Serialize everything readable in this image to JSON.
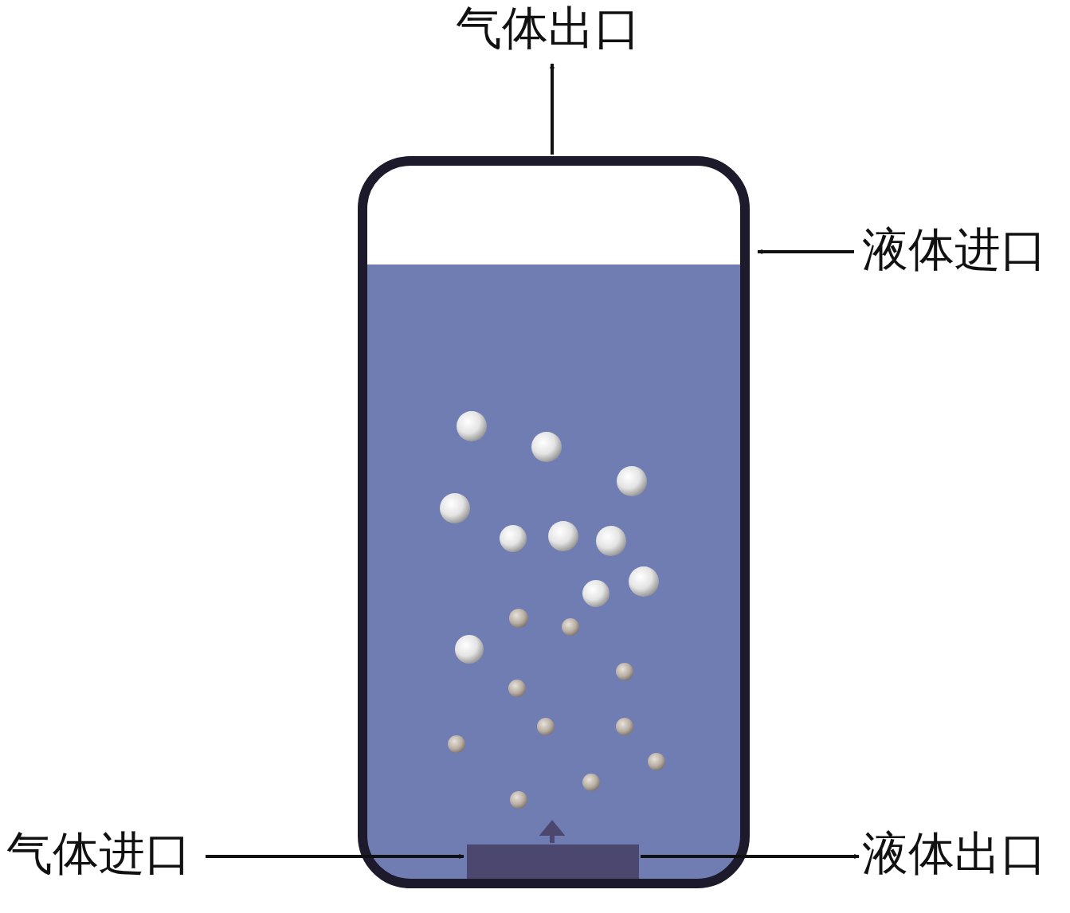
{
  "diagram": {
    "labels": [
      "气体出口",
      "液体进口",
      "气体进口",
      "液体出口"
    ]
  }
}
